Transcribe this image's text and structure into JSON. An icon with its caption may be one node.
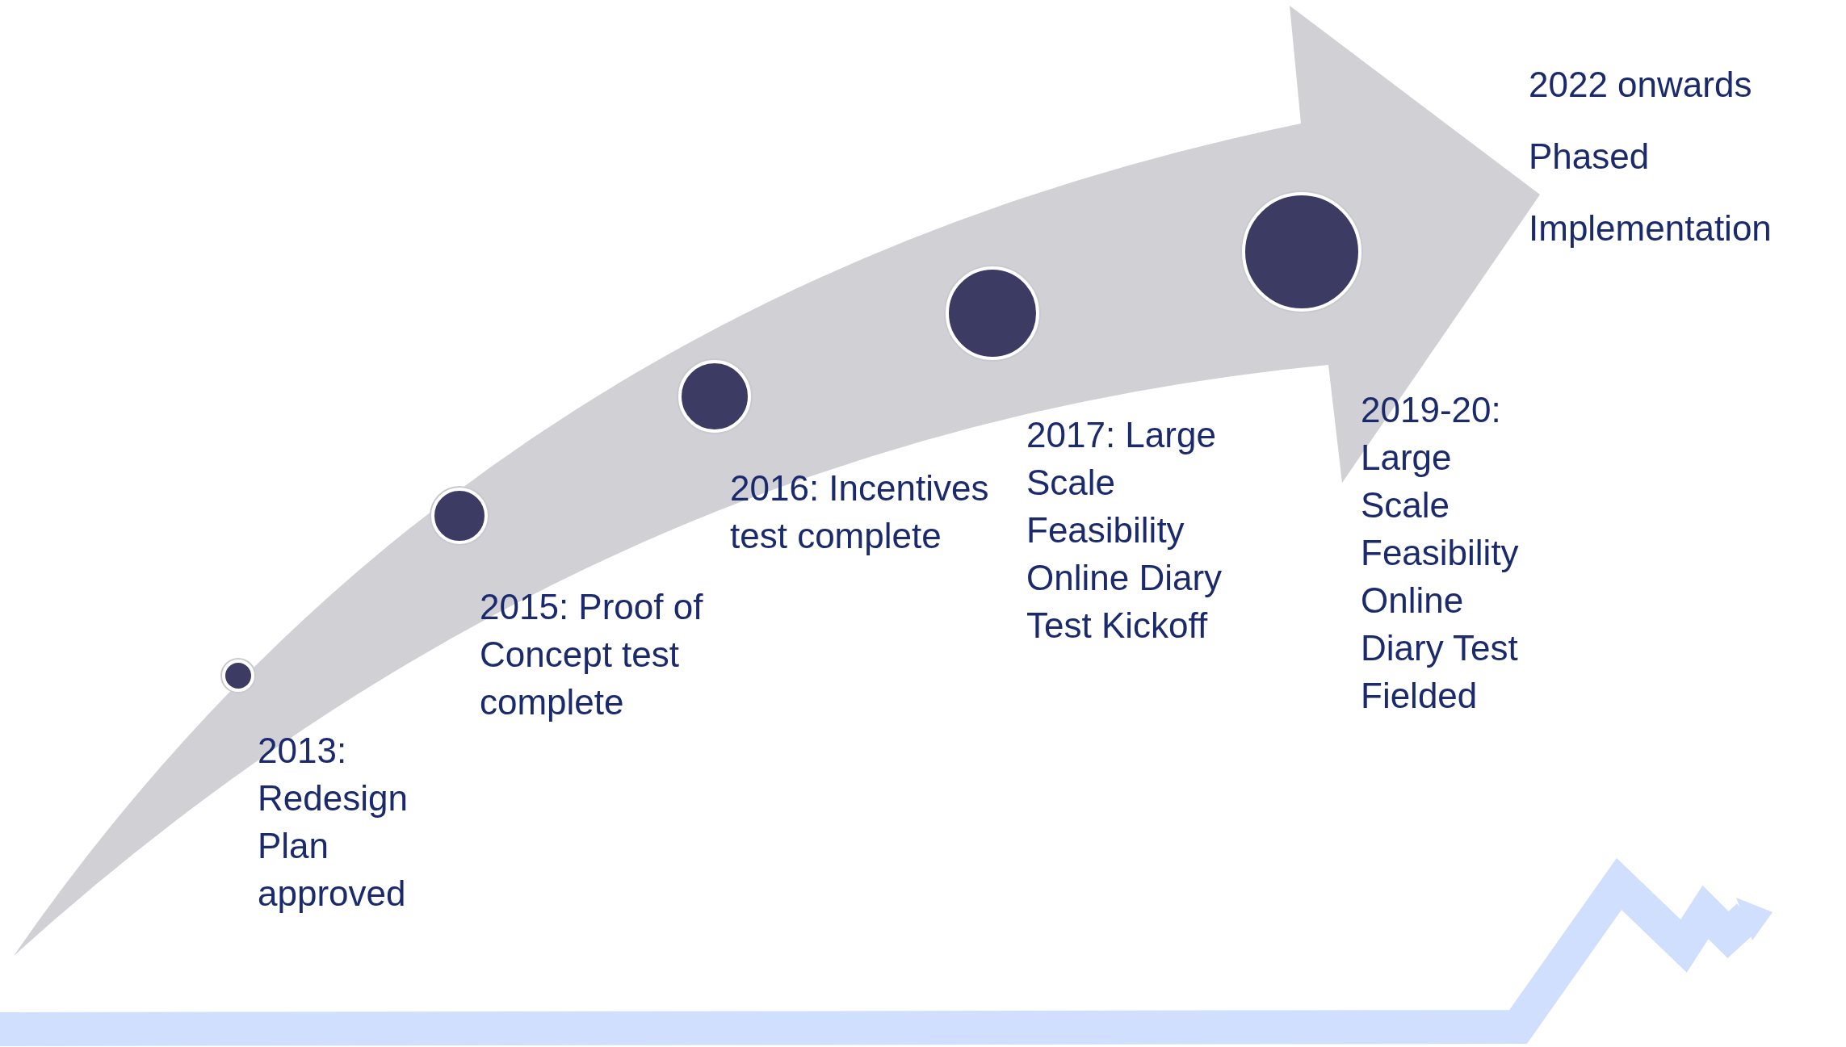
{
  "diagram": {
    "nodes": [
      {
        "text": [],
        "shape": "circle",
        "beside": [
          "2013: Redesign Plan approved"
        ]
      },
      {
        "text": [],
        "shape": "circle",
        "beside": [
          "2015: Proof of Concept test complete"
        ]
      },
      {
        "text": [],
        "shape": "circle",
        "beside": [
          "2016: Incentives test complete"
        ]
      },
      {
        "text": [],
        "shape": "circle",
        "beside": [
          "2017: Large Scale Feasibility Online Diary Test Kickoff"
        ]
      },
      {
        "text": [],
        "shape": "circle",
        "beside": [
          "2019-20: Large Scale Feasibility Online Diary Test Fielded"
        ]
      }
    ],
    "edges": [],
    "labels": [
      "2022 onwards Phased Implementation"
    ]
  }
}
